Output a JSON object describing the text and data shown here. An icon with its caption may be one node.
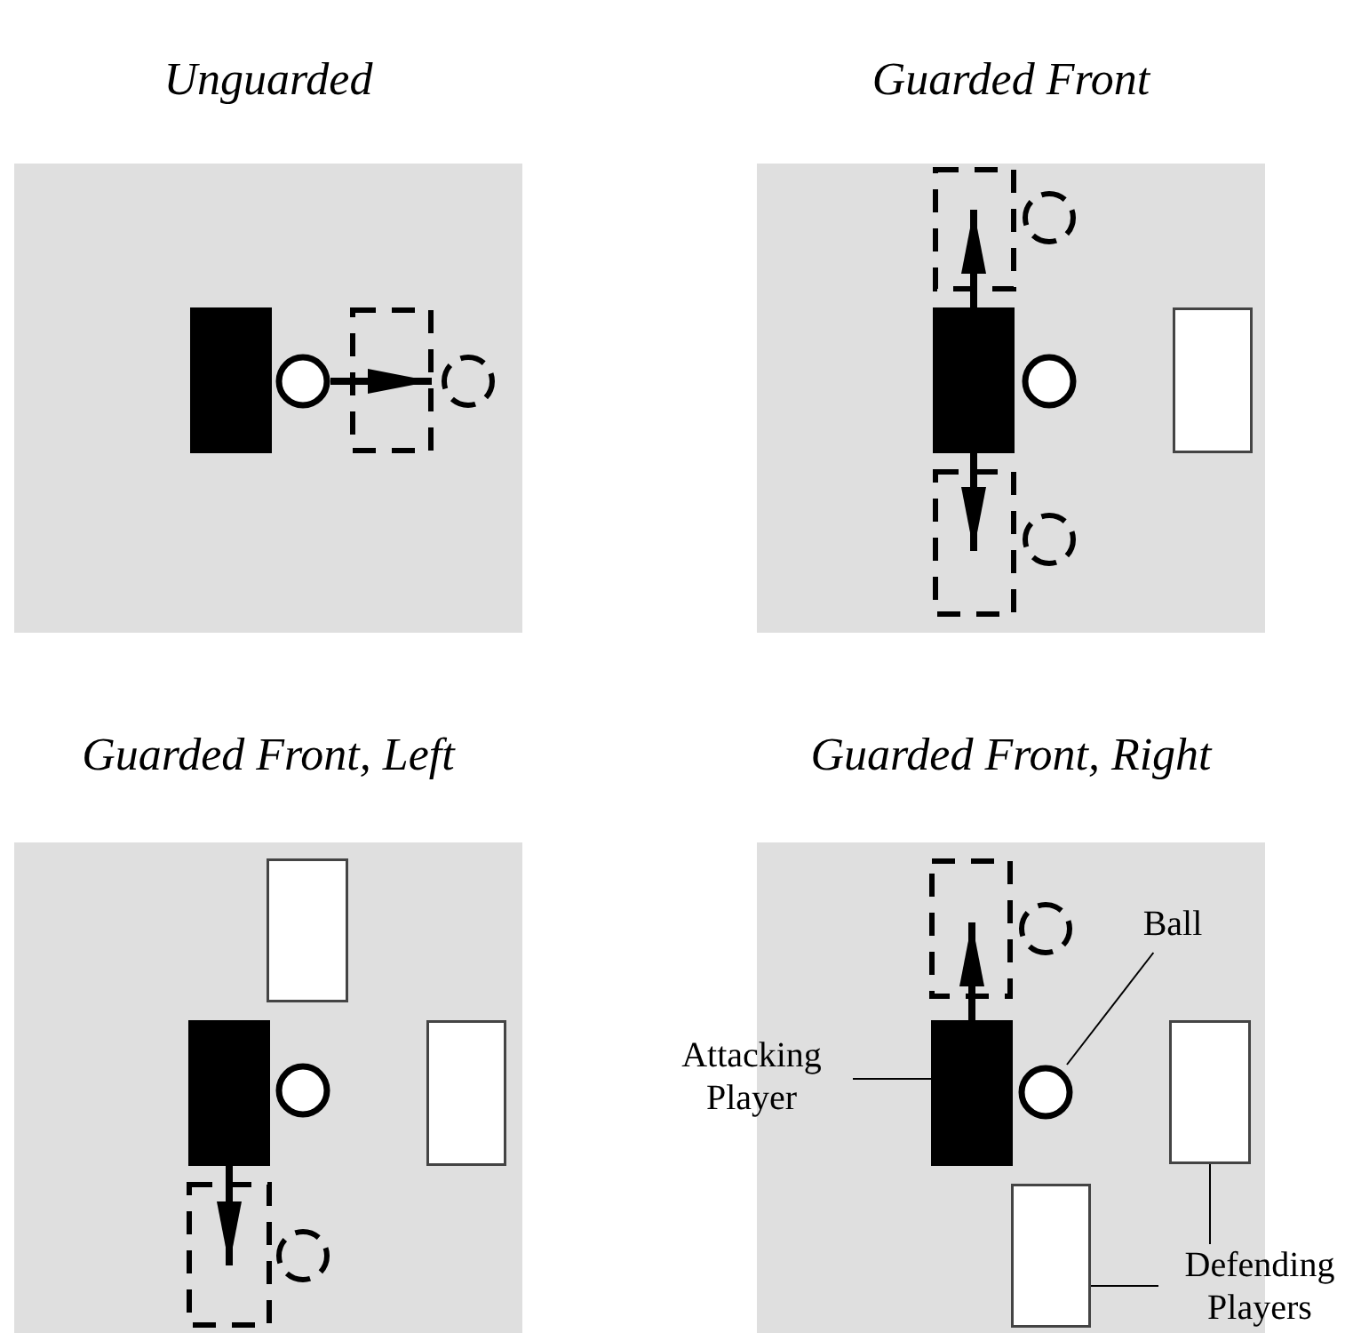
{
  "diagram": {
    "nodes": [
      {
        "text": [
          "Unguarded"
        ]
      },
      {
        "text": [],
        "shape": "box",
        "in": 0
      },
      {
        "text": [],
        "shape": "circle",
        "in": 0
      },
      {
        "text": [],
        "shape": "box",
        "in": 0
      },
      {
        "text": [],
        "shape": "circle",
        "in": 0
      },
      {
        "text": [
          "Guarded Front"
        ]
      },
      {
        "text": [],
        "shape": "box",
        "in": 5
      },
      {
        "text": [],
        "shape": "circle",
        "in": 5
      },
      {
        "text": [],
        "shape": "box",
        "in": 5
      },
      {
        "text": [],
        "shape": "circle",
        "in": 5
      },
      {
        "text": [],
        "shape": "box",
        "in": 5
      },
      {
        "text": [],
        "shape": "box",
        "in": 5
      },
      {
        "text": [],
        "shape": "circle",
        "in": 5
      },
      {
        "text": [
          "Guarded Front, Left"
        ]
      },
      {
        "text": [],
        "shape": "box",
        "in": 13
      },
      {
        "text": [],
        "shape": "box",
        "in": 13
      },
      {
        "text": [],
        "shape": "circle",
        "in": 13
      },
      {
        "text": [],
        "shape": "box",
        "in": 13
      },
      {
        "text": [],
        "shape": "box",
        "in": 13
      },
      {
        "text": [],
        "shape": "circle",
        "in": 13
      },
      {
        "text": [
          "Guarded Front, Right"
        ]
      },
      {
        "text": [],
        "shape": "box",
        "in": 20
      },
      {
        "text": [],
        "shape": "circle",
        "in": 20
      },
      {
        "text": [
          "Ball"
        ],
        "in": 20
      },
      {
        "text": [
          "Attacking Player"
        ]
      },
      {
        "text": [],
        "shape": "box",
        "in": 20
      },
      {
        "text": [],
        "shape": "circle",
        "in": 20
      },
      {
        "text": [],
        "shape": "box",
        "in": 20
      },
      {
        "text": [],
        "shape": "box",
        "in": 20
      },
      {
        "text": [
          "Defending Players"
        ]
      }
    ],
    "edges": [
      {
        "from": 2,
        "to": 3,
        "arrow": "to"
      },
      {
        "from": 8,
        "to": 6,
        "arrow": "to"
      },
      {
        "from": 8,
        "to": 11,
        "arrow": "to"
      },
      {
        "from": 15,
        "to": 18,
        "arrow": "to"
      },
      {
        "from": 25,
        "to": 21,
        "arrow": "to"
      },
      {
        "from": 23,
        "to": 26,
        "arrow": "none"
      },
      {
        "from": 24,
        "to": 25,
        "arrow": "none"
      },
      {
        "from": 29,
        "to": 28,
        "arrow": "none"
      },
      {
        "from": 29,
        "to": 27,
        "arrow": "none"
      }
    ]
  }
}
